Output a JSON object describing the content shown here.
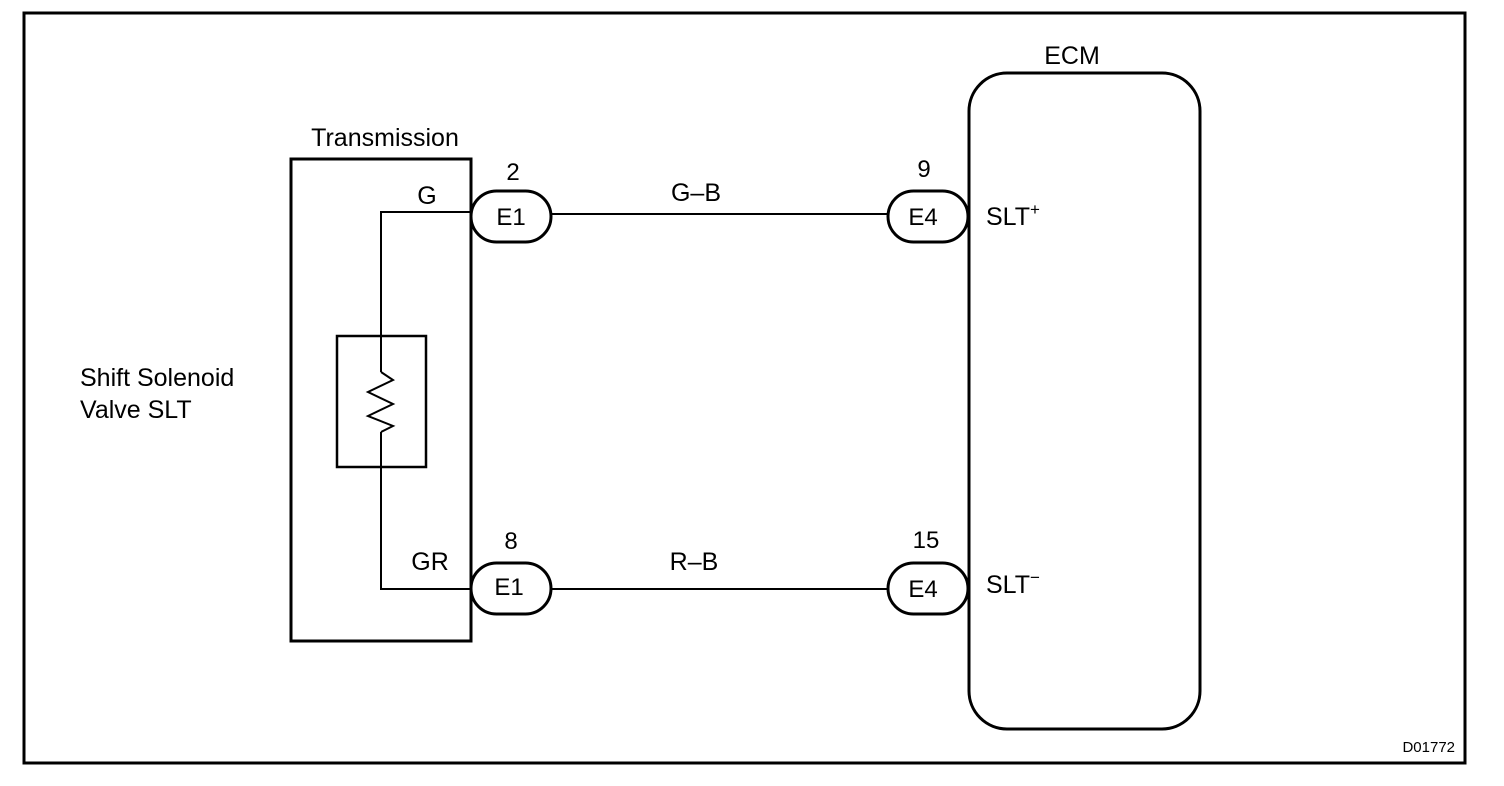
{
  "ecm": {
    "title": "ECM",
    "pin_plus_label": "SLT",
    "pin_plus_sup": "+",
    "pin_minus_label": "SLT",
    "pin_minus_sup": "−"
  },
  "transmission": {
    "title": "Transmission",
    "wire_top_color": "G",
    "wire_bottom_color": "GR"
  },
  "solenoid": {
    "label_line1": "Shift Solenoid",
    "label_line2": "Valve SLT"
  },
  "connections": [
    {
      "left_connector": "E1",
      "left_pin": "2",
      "wire_color": "G–B",
      "right_connector": "E4",
      "right_pin": "9"
    },
    {
      "left_connector": "E1",
      "left_pin": "8",
      "wire_color": "R–B",
      "right_connector": "E4",
      "right_pin": "15"
    }
  ],
  "figure_ref": "D01772"
}
